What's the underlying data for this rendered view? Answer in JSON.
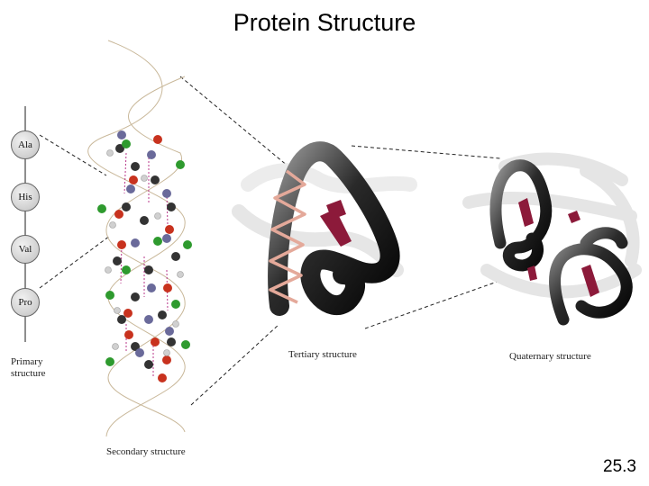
{
  "title": "Protein Structure",
  "slide_number": "25.3",
  "amino_acids": [
    "Ala",
    "His",
    "Val",
    "Pro"
  ],
  "captions": {
    "primary": "Primary structure",
    "secondary": "Secondary structure",
    "tertiary": "Tertiary structure",
    "quaternary": "Quaternary structure"
  },
  "colors": {
    "helix_ribbon": "#e4a99a",
    "sheet": "#8c1a3a",
    "carbon": "#333333",
    "nitrogen": "#6a6a9a",
    "oxygen": "#c8321e",
    "r_group": "#2e9a2e",
    "hydrogen": "#d0d0d0"
  }
}
